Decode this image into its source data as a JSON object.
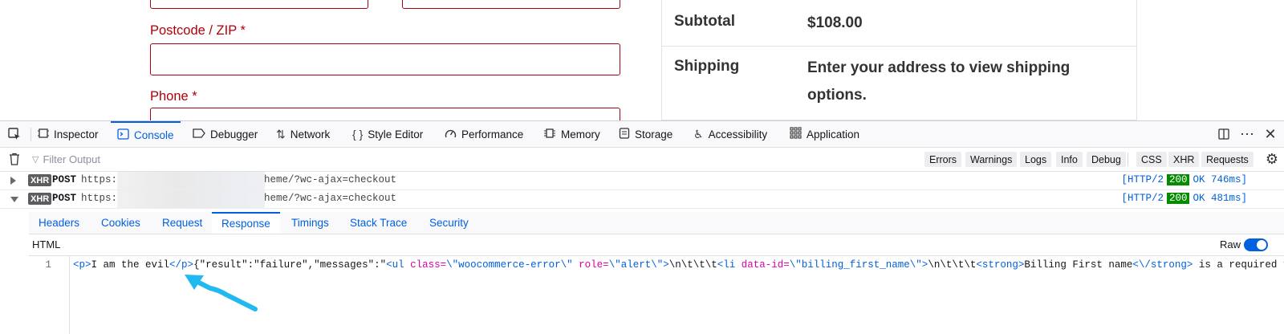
{
  "form": {
    "postcode_label": "Postcode / ZIP *",
    "phone_label": "Phone *"
  },
  "totals": {
    "subtotal_label": "Subtotal",
    "subtotal_value": "$108.00",
    "shipping_label": "Shipping",
    "shipping_value": "Enter your address to view shipping options."
  },
  "devtools": {
    "tabs": [
      {
        "label": "Inspector",
        "icon": "inspector-icon"
      },
      {
        "label": "Console",
        "icon": "console-icon",
        "active": true
      },
      {
        "label": "Debugger",
        "icon": "debugger-icon"
      },
      {
        "label": "Network",
        "icon": "network-icon"
      },
      {
        "label": "Style Editor",
        "icon": "style-editor-icon"
      },
      {
        "label": "Performance",
        "icon": "performance-icon"
      },
      {
        "label": "Memory",
        "icon": "memory-icon"
      },
      {
        "label": "Storage",
        "icon": "storage-icon"
      },
      {
        "label": "Accessibility",
        "icon": "accessibility-icon"
      },
      {
        "label": "Application",
        "icon": "application-icon"
      }
    ],
    "filter_placeholder": "Filter Output",
    "filter_buttons": [
      "Errors",
      "Warnings",
      "Logs",
      "Info",
      "Debug",
      "CSS",
      "XHR",
      "Requests"
    ],
    "messages": [
      {
        "badge": "XHR",
        "method": "POST",
        "url_start": "https:/",
        "url_end": "heme/?wc-ajax=checkout",
        "protocol": "[HTTP/2",
        "code": "200",
        "status_text": "OK 746ms]"
      },
      {
        "badge": "XHR",
        "method": "POST",
        "url_start": "https:/",
        "url_end": "heme/?wc-ajax=checkout",
        "protocol": "[HTTP/2",
        "code": "200",
        "status_text": "OK 481ms]"
      }
    ],
    "detail_tabs": [
      "Headers",
      "Cookies",
      "Request",
      "Response",
      "Timings",
      "Stack Trace",
      "Security"
    ],
    "active_detail_tab": "Response",
    "response_type": "HTML",
    "raw_label": "Raw",
    "raw_enabled": true,
    "line_number": "1",
    "code": {
      "t1": "<p>",
      "t2": "I am the evil",
      "t3": "</p>",
      "t4": "{\"result\":\"failure\",\"messages\":\"",
      "t5": "<ul",
      "t6": " class=",
      "t7": "\\\"woocommerce-error\\\"",
      "t8": " role=",
      "t9": "\\\"alert\\\"",
      "t10": ">",
      "t11": "\\n\\t\\t\\t",
      "t12": "<li",
      "t13": " data-id=",
      "t14": "\\\"billing_first_name\\\"",
      "t15": ">",
      "t16": "\\n\\t\\t\\t",
      "t17": "<strong>",
      "t18": "Billing First name",
      "t19": "<\\/strong>",
      "t20": " is a required fi"
    }
  },
  "colors": {
    "error_red": "#b0000b",
    "accent_blue": "#0060df",
    "status_green": "#058b00",
    "arrow_cyan": "#22b8f0"
  }
}
